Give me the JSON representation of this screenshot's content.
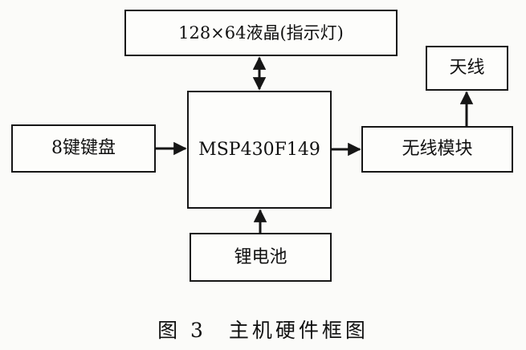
{
  "blocks": {
    "lcd": "128×64液晶(指示灯)",
    "keypad": "8键键盘",
    "mcu": "MSP430F149",
    "wireless": "无线模块",
    "antenna": "天线",
    "battery": "锂电池"
  },
  "caption": {
    "figure": "图 3",
    "title": "主机硬件框图"
  }
}
